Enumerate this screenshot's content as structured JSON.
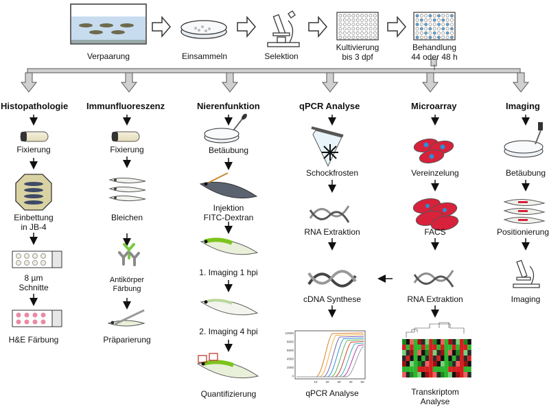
{
  "top": {
    "steps": [
      "Verpaarung",
      "Einsammeln",
      "Selektion",
      "Kultivierung bis 3 dpf",
      "Behandlung 44 oder 48 h"
    ],
    "step1_label": "Verpaarung",
    "step2_label": "Einsammeln",
    "step3_label": "Selektion",
    "step4_line1": "Kultivierung",
    "step4_line2": "bis 3 dpf",
    "step5_line1": "Behandlung",
    "step5_line2": "44 oder 48 h"
  },
  "branches": {
    "histo": {
      "title": "Histopathologie",
      "s1": "Fixierung",
      "s2a": "Einbettung",
      "s2b": "in JB-4",
      "s3a": "8 µm",
      "s3b": "Schnitte",
      "s4": "H&E Färbung"
    },
    "immuno": {
      "title": "Immunfluoreszenz",
      "s1": "Fixierung",
      "s2": "Bleichen",
      "s3a": "Antikörper",
      "s3b": "Färbung",
      "s4": "Präparierung"
    },
    "niere": {
      "title": "Nierenfunktion",
      "s1": "Betäubung",
      "s2a": "Injektion",
      "s2b": "FITC-Dextran",
      "s3": "1. Imaging 1 hpi",
      "s4": "2. Imaging 4 hpi",
      "s5": "Quantifizierung"
    },
    "qpcr": {
      "title": "qPCR Analyse",
      "s1": "Schockfrosten",
      "s2": "RNA Extraktion",
      "s3": "cDNA Synthese",
      "s4": "qPCR Analyse"
    },
    "micro": {
      "title": "Microarray",
      "s1": "Vereinzelung",
      "s2": "FACS",
      "s3": "RNA Extraktion",
      "s4a": "Transkriptom",
      "s4b": "Analyse"
    },
    "imaging": {
      "title": "Imaging",
      "s1": "Betäubung",
      "s2": "Positionierung",
      "s3": "Imaging"
    }
  },
  "qpcr_chart": {
    "y_ticks": [
      "10000",
      "8000",
      "6000",
      "4000",
      "2000",
      "0"
    ],
    "x_ticks": [
      "10",
      "20",
      "30",
      "40",
      "50"
    ]
  },
  "colors": {
    "arrow_gray": "#c9c9c9",
    "fitc_green": "#7cc41e",
    "cell_red": "#d8213a",
    "cell_blue": "#2a8fd6",
    "he_pink": "#e98aa6"
  }
}
